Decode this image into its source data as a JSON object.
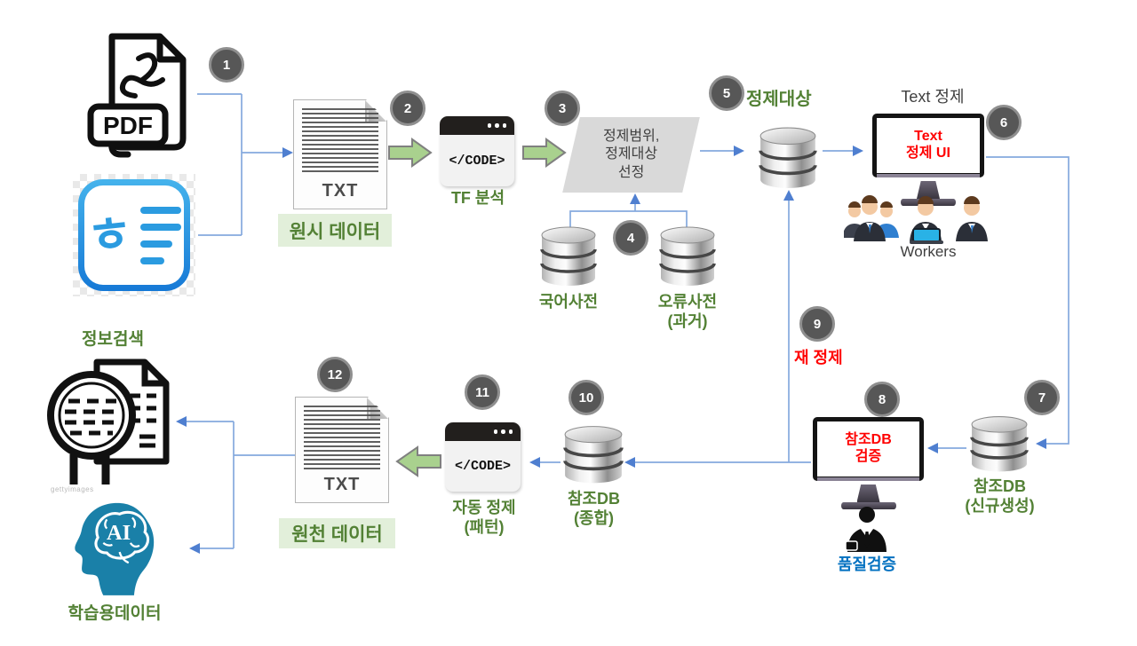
{
  "steps": {
    "s1": "1",
    "s2": "2",
    "s3": "3",
    "s4": "4",
    "s5": "5",
    "s6": "6",
    "s7": "7",
    "s8": "8",
    "s9": "9",
    "s10": "10",
    "s11": "11",
    "s12": "12"
  },
  "colors": {
    "green_text": "#538135",
    "label_bg": "#e2efda",
    "red_text": "#ff0000",
    "blue_text": "#0070c0",
    "arrow_fill": "#a9d18e",
    "line_blue": "#85a9de",
    "head_blue": "#4f7fd0"
  },
  "icons": {
    "pdf": "pdf-file-icon",
    "hwp": "hwp-file-icon",
    "txt": "txt-file-icon",
    "code": "code-window-icon",
    "db": "database-icon",
    "monitor": "monitor-icon",
    "workers": "workers-icon",
    "person": "person-silhouette-icon",
    "search": "search-document-icon",
    "ai": "ai-brain-icon"
  },
  "sources": {
    "pdf_label": "PDF",
    "hwp_glyph": "ㅎ"
  },
  "txt_raw": {
    "badge": "TXT",
    "label": "원시 데이터"
  },
  "tf": {
    "code": "</CODE>",
    "label": "TF 분석"
  },
  "scope": {
    "line1": "정제범위,",
    "line2": "정제대상",
    "line3": "선정"
  },
  "dict_ko": {
    "label": "국어사전"
  },
  "dict_err": {
    "line1": "오류사전",
    "line2": "(과거)"
  },
  "target": {
    "label": "정제대상"
  },
  "text_ui": {
    "title": "Text 정제",
    "screen1": "Text",
    "screen2": "정제 UI",
    "workers": "Workers"
  },
  "ref_new": {
    "line1": "참조DB",
    "line2": "(신규생성)"
  },
  "verify": {
    "screen1": "참조DB",
    "screen2": "검증",
    "person": "품질검증"
  },
  "recleanse": {
    "label": "재 정제"
  },
  "ref_total": {
    "line1": "참조DB",
    "line2": "(종합)"
  },
  "auto": {
    "code": "</CODE>",
    "label1": "자동 정제",
    "label2": "(패턴)"
  },
  "txt_src": {
    "badge": "TXT",
    "label": "원천 데이터"
  },
  "search": {
    "label": "정보검색",
    "watermark": "gettyimages"
  },
  "ai": {
    "label": "학습용데이터",
    "brain": "AI"
  }
}
